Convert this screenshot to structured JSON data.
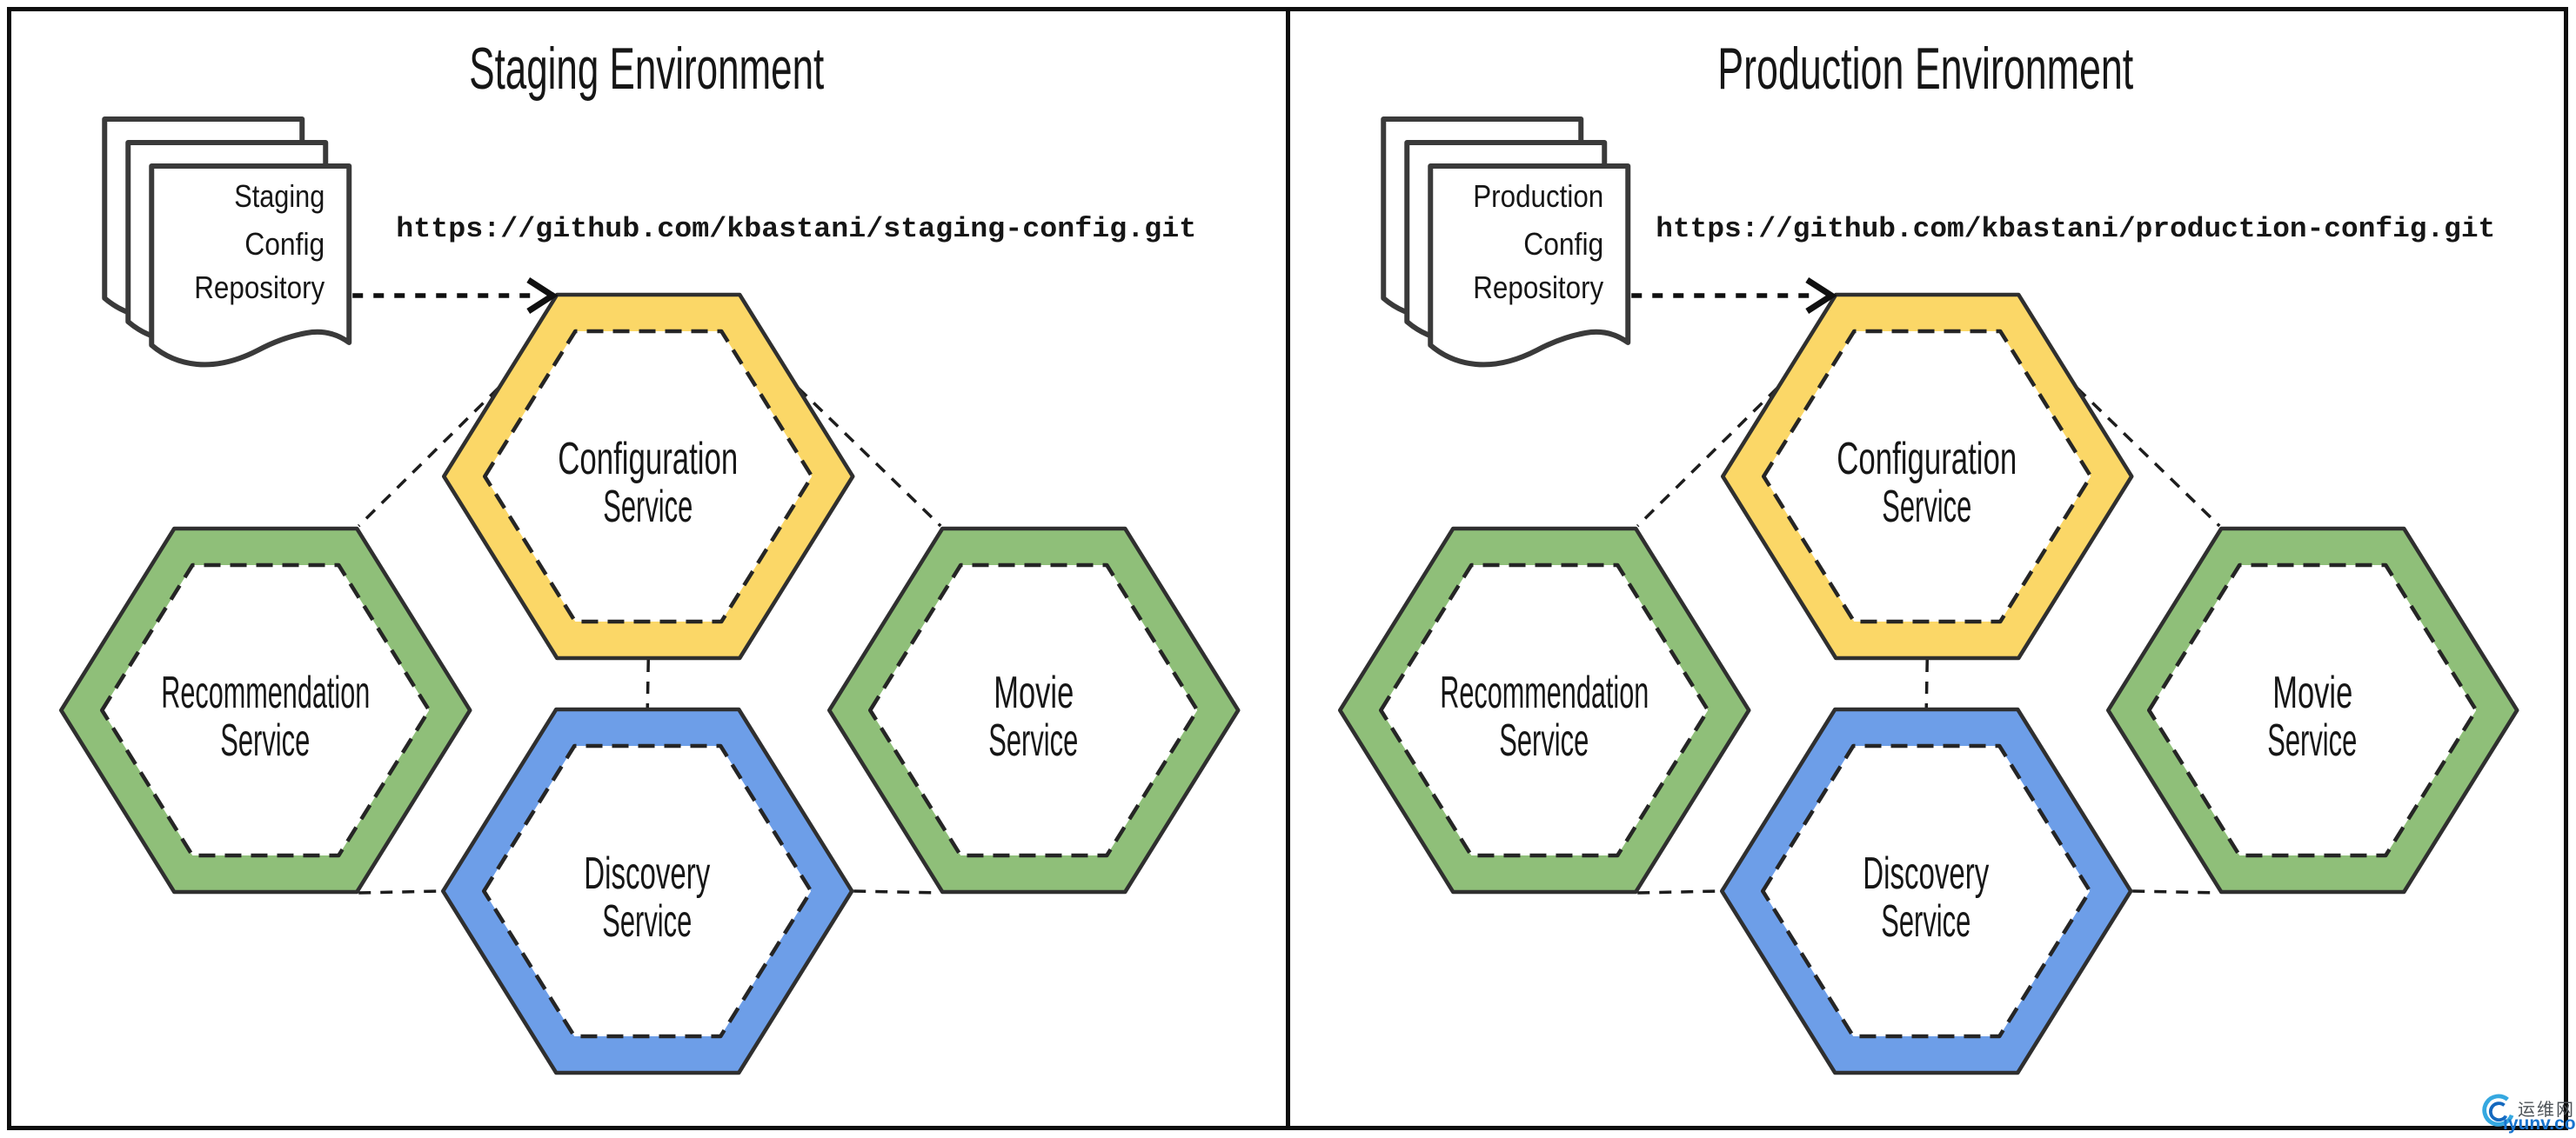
{
  "colors": {
    "configuration": "#FBD767",
    "recommendation": "#8FBF79",
    "movie": "#8FBF79",
    "discovery": "#6D9EE8",
    "outline": "#2F2F2F",
    "watermark_blue": "#1873CE"
  },
  "panels": [
    {
      "title": "Staging Environment",
      "repository": {
        "lines": [
          "Staging",
          "Config",
          "Repository"
        ]
      },
      "git_url": "https://github.com/kbastani/staging-config.git",
      "services": [
        {
          "id": "configuration-service",
          "color": "#FBD767",
          "lines": [
            "Configuration",
            "Service"
          ]
        },
        {
          "id": "recommendation-service",
          "color": "#8FBF79",
          "lines": [
            "Recommendation",
            "Service"
          ]
        },
        {
          "id": "movie-service",
          "color": "#8FBF79",
          "lines": [
            "Movie",
            "Service"
          ]
        },
        {
          "id": "discovery-service",
          "color": "#6D9EE8",
          "lines": [
            "Discovery",
            "Service"
          ]
        }
      ]
    },
    {
      "title": "Production Environment",
      "repository": {
        "lines": [
          "Production",
          "Config",
          "Repository"
        ]
      },
      "git_url": "https://github.com/kbastani/production-config.git",
      "services": [
        {
          "id": "configuration-service",
          "color": "#FBD767",
          "lines": [
            "Configuration",
            "Service"
          ]
        },
        {
          "id": "recommendation-service",
          "color": "#8FBF79",
          "lines": [
            "Recommendation",
            "Service"
          ]
        },
        {
          "id": "movie-service",
          "color": "#8FBF79",
          "lines": [
            "Movie",
            "Service"
          ]
        },
        {
          "id": "discovery-service",
          "color": "#6D9EE8",
          "lines": [
            "Discovery",
            "Service"
          ]
        }
      ]
    }
  ],
  "watermark": {
    "name": "运维网",
    "url": "iyunv.com"
  }
}
